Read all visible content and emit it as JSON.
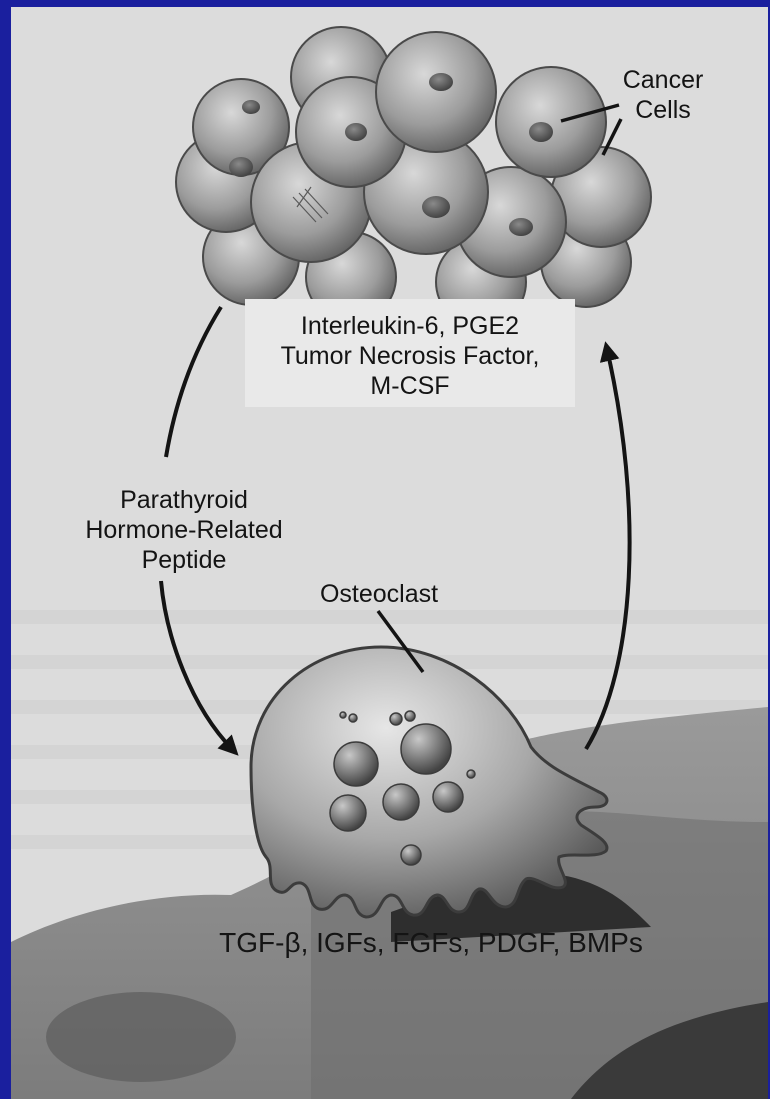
{
  "labels": {
    "cancer_cells": [
      "Cancer",
      "Cells"
    ],
    "cytokines": [
      "Interleukin-6, PGE2",
      "Tumor Necrosis Factor,",
      "M-CSF"
    ],
    "pthrp": [
      "Parathyroid",
      "Hormone-Related",
      "Peptide"
    ],
    "osteoclast": "Osteoclast",
    "growth_factors": "TGF-β, IGFs, FGFs, PDGF, BMPs"
  },
  "colors": {
    "frame_border": "#1a1f9e",
    "background": "#dcdcdc",
    "text": "#141414"
  }
}
